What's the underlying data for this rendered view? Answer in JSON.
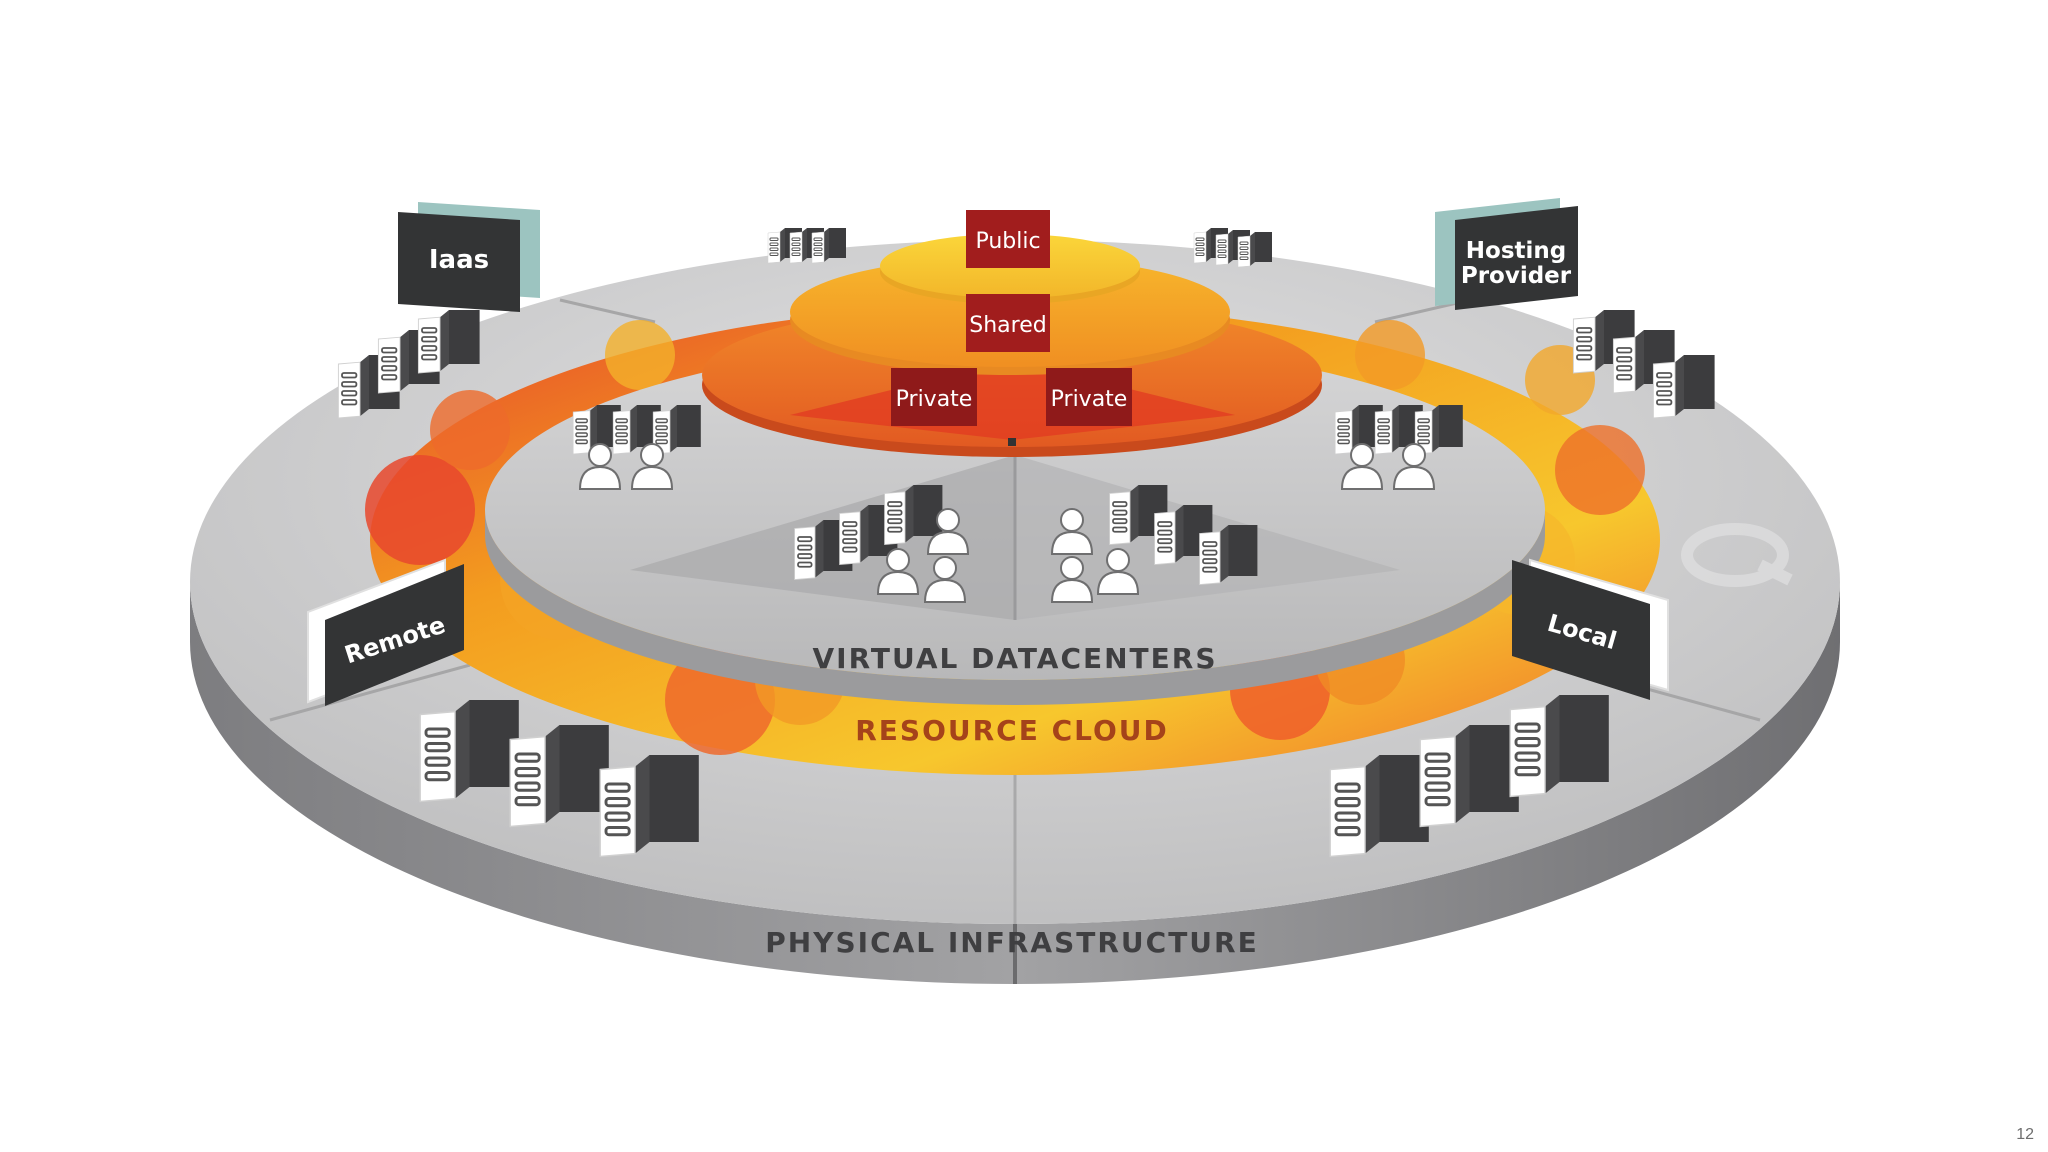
{
  "diagram": {
    "rings": {
      "outer": "PHYSICAL INFRASTRUCTURE",
      "middle": "RESOURCE CLOUD",
      "inner": "VIRTUAL DATACENTERS"
    },
    "tiers": {
      "top": "Public",
      "middle": "Shared",
      "bottom_left": "Private",
      "bottom_right": "Private"
    },
    "signs": {
      "top_left": "Iaas",
      "top_right_line1": "Hosting",
      "top_right_line2": "Provider",
      "bottom_left": "Remote",
      "bottom_right": "Local"
    },
    "colors": {
      "ring_gray": "#c9c9ca",
      "rim_gray": "#8e8e90",
      "cloud_orange": "#f08a24",
      "cloud_yellow": "#f6c22b",
      "cloud_red": "#e34a2e",
      "label_dark_red": "#8f1a1a",
      "sign_dark": "#333435",
      "sign_teal": "#9cc4c0"
    },
    "icons": [
      "server-icon",
      "user-icon",
      "watermark-logo-icon"
    ]
  },
  "footer": {
    "page_number": "12"
  }
}
